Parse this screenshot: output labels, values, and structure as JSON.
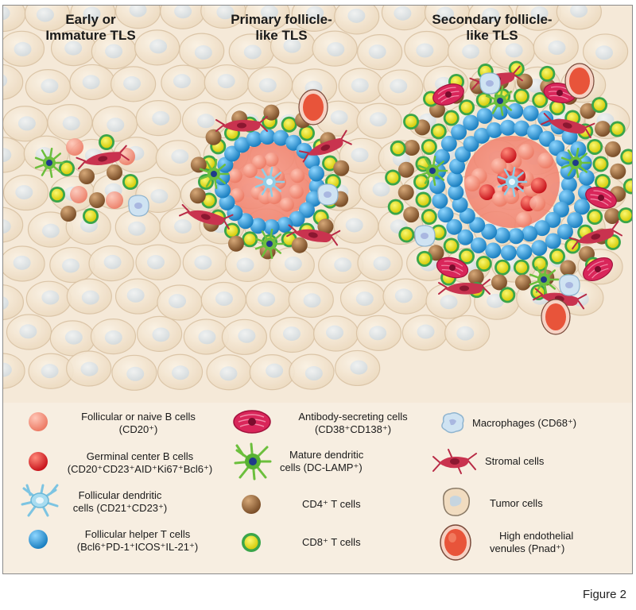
{
  "stages": [
    {
      "title_line1": "Early or",
      "title_line2": "Immature TLS"
    },
    {
      "title_line1": "Primary follicle-",
      "title_line2": "like TLS"
    },
    {
      "title_line1": "Secondary follicle-",
      "title_line2": "like TLS"
    }
  ],
  "legend": {
    "follicular_b": {
      "line1": "Follicular or naive B cells",
      "line2": "(CD20⁺)"
    },
    "germinal_b": {
      "line1": "Germinal center B cells",
      "line2": "(CD20⁺CD23⁺AID⁺Ki67⁺Bcl6⁺)"
    },
    "fdc": {
      "line1": "Follicular dendritic",
      "line2": "cells (CD21⁺CD23⁺)"
    },
    "tfh": {
      "line1": "Follicular helper T cells",
      "line2": "(Bcl6⁺PD-1⁺ICOS⁺IL-21⁺)"
    },
    "asc": {
      "line1": "Antibody-secreting cells",
      "line2": "(CD38⁺CD138⁺)"
    },
    "mdc": {
      "line1": "Mature dendritic",
      "line2": "cells (DC-LAMP⁺)"
    },
    "cd4": {
      "line1": "CD4⁺ T cells"
    },
    "cd8": {
      "line1": "CD8⁺ T cells"
    },
    "macrophage": {
      "line1": "Macrophages (CD68⁺)"
    },
    "stromal": {
      "line1": "Stromal cells"
    },
    "tumor": {
      "line1": "Tumor cells"
    },
    "hev": {
      "line1": "High endothelial",
      "line2": "venules (Pnad⁺)"
    }
  },
  "caption": "Figure 2",
  "colors": {
    "naive_b": "#f08a78",
    "germinal_b": "#e3262b",
    "fdc": "#8fcde6",
    "tfh": "#2a9ad6",
    "asc": "#d9265a",
    "mdc": "#6cbf3c",
    "cd4": "#9c6b3f",
    "cd8": "#e8e32a",
    "cd8_ring": "#3aa54a",
    "macrophage": "#c9dff0",
    "stromal": "#c9334f",
    "tumor": "#f1dcc0",
    "hev": "#e8543a"
  }
}
